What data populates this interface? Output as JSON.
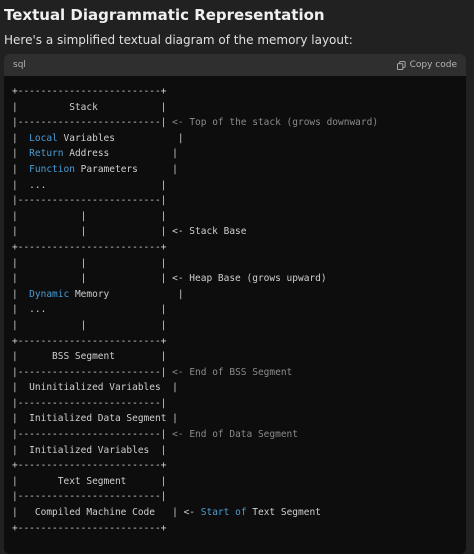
{
  "heading": "Textual Diagrammatic Representation",
  "intro": "Here's a simplified textual diagram of the memory layout:",
  "code_block": {
    "language": "sql",
    "copy_label": "Copy code",
    "lines": [
      [
        {
          "t": "+-------------------------+",
          "c": "border"
        }
      ],
      [
        {
          "t": "|         Stack           |",
          "c": "border"
        }
      ],
      [
        {
          "t": "|-------------------------|",
          "c": "border"
        },
        {
          "t": " <- Top of the stack (grows downward)",
          "c": "cm"
        }
      ],
      [
        {
          "t": "|  ",
          "c": "border"
        },
        {
          "t": "Local",
          "c": "kw"
        },
        {
          "t": " Variables           |",
          "c": "border"
        }
      ],
      [
        {
          "t": "|  ",
          "c": "border"
        },
        {
          "t": "Return",
          "c": "kw"
        },
        {
          "t": " Address           |",
          "c": "border"
        }
      ],
      [
        {
          "t": "|  ",
          "c": "border"
        },
        {
          "t": "Function",
          "c": "kw"
        },
        {
          "t": " Parameters      |",
          "c": "border"
        }
      ],
      [
        {
          "t": "|  ...                    |",
          "c": "border"
        }
      ],
      [
        {
          "t": "|-------------------------|",
          "c": "border"
        }
      ],
      [
        {
          "t": "|           |             |",
          "c": "border"
        }
      ],
      [
        {
          "t": "|           |             | <- Stack Base",
          "c": "border"
        }
      ],
      [
        {
          "t": "+-------------------------+",
          "c": "border"
        }
      ],
      [
        {
          "t": "|           |             |",
          "c": "border"
        }
      ],
      [
        {
          "t": "|           |             | <- Heap Base (grows upward)",
          "c": "border"
        }
      ],
      [
        {
          "t": "|  ",
          "c": "border"
        },
        {
          "t": "Dynamic",
          "c": "kw"
        },
        {
          "t": " Memory            |",
          "c": "border"
        }
      ],
      [
        {
          "t": "|  ...                    |",
          "c": "border"
        }
      ],
      [
        {
          "t": "|           |             |",
          "c": "border"
        }
      ],
      [
        {
          "t": "+-------------------------+",
          "c": "border"
        }
      ],
      [
        {
          "t": "|      BSS Segment        |",
          "c": "border"
        }
      ],
      [
        {
          "t": "|-------------------------|",
          "c": "border"
        },
        {
          "t": " <- End of BSS Segment",
          "c": "cm"
        }
      ],
      [
        {
          "t": "|  Uninitialized Variables  |",
          "c": "border"
        }
      ],
      [
        {
          "t": "|-------------------------|",
          "c": "border"
        }
      ],
      [
        {
          "t": "|  Initialized Data Segment |",
          "c": "border"
        }
      ],
      [
        {
          "t": "|-------------------------|",
          "c": "border"
        },
        {
          "t": " <- End of Data Segment",
          "c": "cm"
        }
      ],
      [
        {
          "t": "|  Initialized Variables  |",
          "c": "border"
        }
      ],
      [
        {
          "t": "+-------------------------+",
          "c": "border"
        }
      ],
      [
        {
          "t": "|       Text Segment      |",
          "c": "border"
        }
      ],
      [
        {
          "t": "|-------------------------|",
          "c": "border"
        }
      ],
      [
        {
          "t": "|   Compiled Machine Code   | <- ",
          "c": "border"
        },
        {
          "t": "Start",
          "c": "kw"
        },
        {
          "t": " ",
          "c": "border"
        },
        {
          "t": "of",
          "c": "kw"
        },
        {
          "t": " Text Segment",
          "c": "border"
        }
      ],
      [
        {
          "t": "+-------------------------+",
          "c": "border"
        }
      ]
    ]
  }
}
